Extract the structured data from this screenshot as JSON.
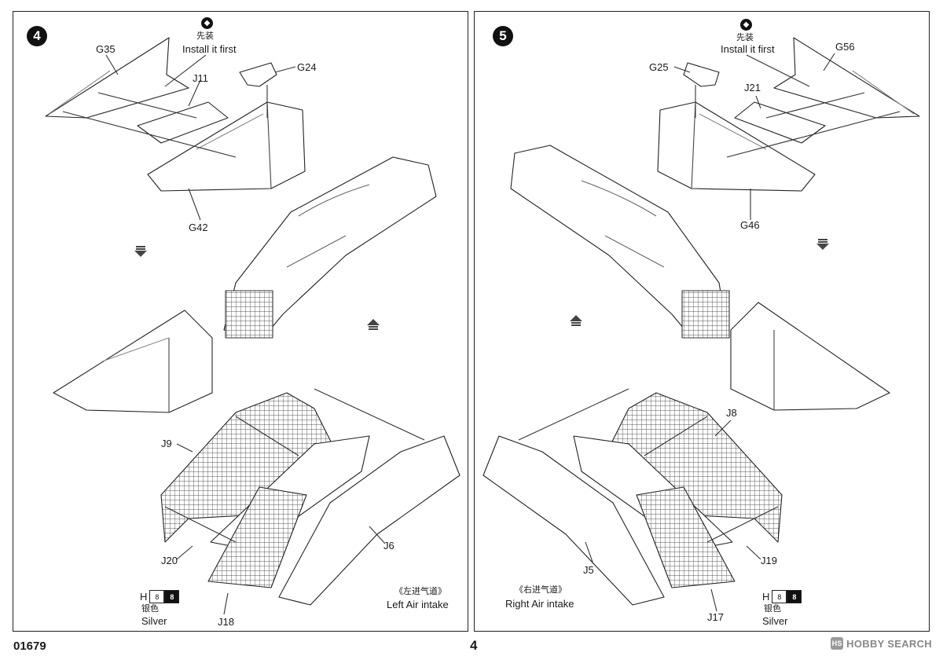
{
  "left_panel": {
    "step": "4",
    "note_label_cn": "先装",
    "note_label_en": "Install it first",
    "parts": {
      "g35": "G35",
      "j11": "J11",
      "g24": "G24",
      "g42": "G42",
      "j9": "J9",
      "j20": "J20",
      "j6": "J6",
      "j18": "J18"
    },
    "paint": {
      "letter": "H",
      "code1": "8",
      "code2": "8",
      "color_cn": "银色",
      "color_en": "Silver"
    },
    "caption_cn": "《左进气道》",
    "caption_en": "Left Air intake"
  },
  "right_panel": {
    "step": "5",
    "note_label_cn": "先装",
    "note_label_en": "Install it first",
    "parts": {
      "g56": "G56",
      "g25": "G25",
      "j21": "J21",
      "g46": "G46",
      "j8": "J8",
      "j19": "J19",
      "j5": "J5",
      "j17": "J17"
    },
    "paint": {
      "letter": "H",
      "code1": "8",
      "code2": "8",
      "color_cn": "银色",
      "color_en": "Silver"
    },
    "caption_cn": "《右进气道》",
    "caption_en": "Right Air intake"
  },
  "footer": {
    "kit_number": "01679",
    "page_number": "4"
  },
  "watermark": {
    "text": "HOBBY SEARCH"
  },
  "icons": {
    "note": "install-first-icon",
    "arrow_down": "assembly-down-arrow-icon",
    "arrow_up": "assembly-up-arrow-icon"
  }
}
